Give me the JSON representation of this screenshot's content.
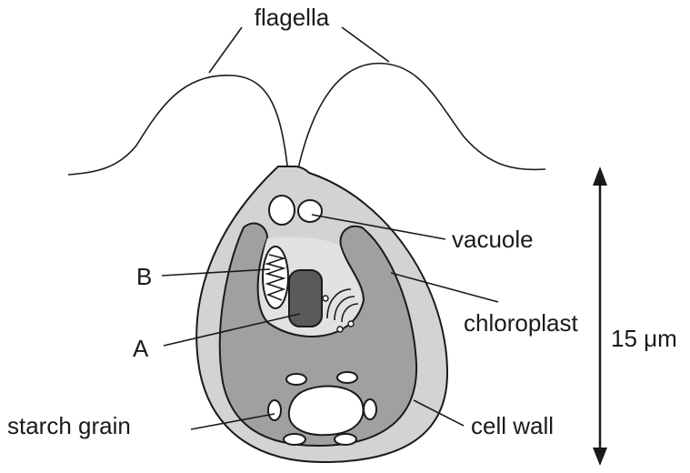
{
  "labels": {
    "flagella": "flagella",
    "vacuole": "vacuole",
    "b": "B",
    "chloroplast": "chloroplast",
    "a": "A",
    "scale": "15 μm",
    "starch_grain": "starch grain",
    "cell_wall": "cell wall"
  },
  "colors": {
    "outline": "#1a1a1a",
    "cell_wall_fill": "#d3d3d3",
    "chloroplast_fill": "#a0a0a0",
    "cytoplasm_fill": "#e2e2e2",
    "nucleus_fill": "#5a5a5a",
    "vacuole_fill": "#ffffff"
  }
}
